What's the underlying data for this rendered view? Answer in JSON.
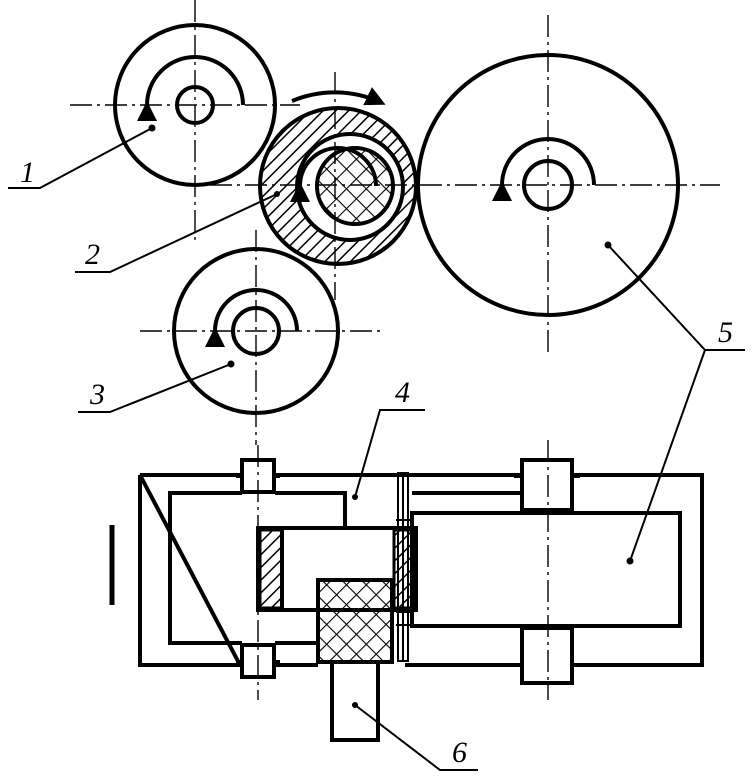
{
  "labels": {
    "one": "1",
    "two": "2",
    "three": "3",
    "four": "4",
    "five": "5",
    "six": "6"
  },
  "colors": {
    "ink": "#000000",
    "paper": "#ffffff"
  }
}
